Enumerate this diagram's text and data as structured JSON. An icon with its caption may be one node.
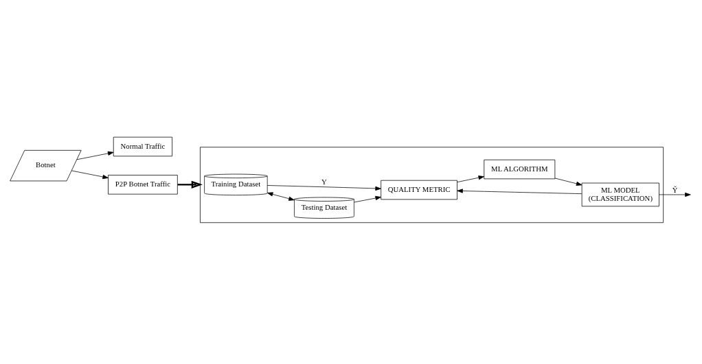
{
  "diagram": {
    "nodes": [
      {
        "text": [
          "Botnet"
        ]
      },
      {
        "text": [
          "Normal Traffic"
        ]
      },
      {
        "text": [
          "P2P Botnet Traffic"
        ]
      },
      {
        "text": [],
        "shape": "box"
      },
      {
        "text": [
          "Training Dataset"
        ],
        "in": 3
      },
      {
        "text": [
          "Testing Dataset"
        ],
        "in": 3
      },
      {
        "text": [
          "ML MODEL",
          "(CLASSIFICATION)"
        ],
        "in": 3
      },
      {
        "text": [
          "ML ALGORITHM"
        ],
        "in": 3
      },
      {
        "text": [
          "QUALITY METRIC"
        ],
        "in": 3
      }
    ],
    "edges": [
      {
        "from": 0,
        "to": 1,
        "arrow": "to"
      },
      {
        "from": 0,
        "to": 2,
        "arrow": "to"
      },
      {
        "from": 2,
        "to": 3,
        "arrow": "to",
        "style": "thick"
      },
      {
        "from": 4,
        "to": 5,
        "arrow": "both"
      },
      {
        "from": 4,
        "to": 8,
        "arrow": "to",
        "label": "Y"
      },
      {
        "from": 5,
        "to": 8,
        "arrow": "to"
      },
      {
        "from": 8,
        "to": 7,
        "arrow": "to"
      },
      {
        "from": 7,
        "to": 6,
        "arrow": "to"
      },
      {
        "from": 6,
        "to": null,
        "arrow": "to",
        "label": "Y̌"
      },
      {
        "from": 6,
        "to": 8,
        "arrow": "to"
      }
    ]
  }
}
